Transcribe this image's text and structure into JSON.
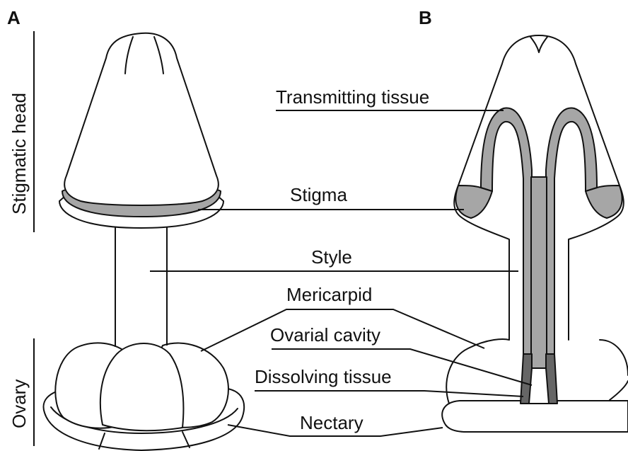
{
  "panels": {
    "a": "A",
    "b": "B"
  },
  "side_labels": {
    "stigmatic_head": "Stigmatic head",
    "ovary": "Ovary"
  },
  "labels": {
    "transmitting_tissue": "Transmitting tissue",
    "stigma": "Stigma",
    "style": "Style",
    "mericarpid": "Mericarpid",
    "ovarial_cavity": "Ovarial cavity",
    "dissolving_tissue": "Dissolving tissue",
    "nectary": "Nectary"
  },
  "colors": {
    "outline": "#111111",
    "stigma_tissue": "#a6a6a6",
    "dissolving_tissue": "#666666",
    "background": "#ffffff"
  }
}
